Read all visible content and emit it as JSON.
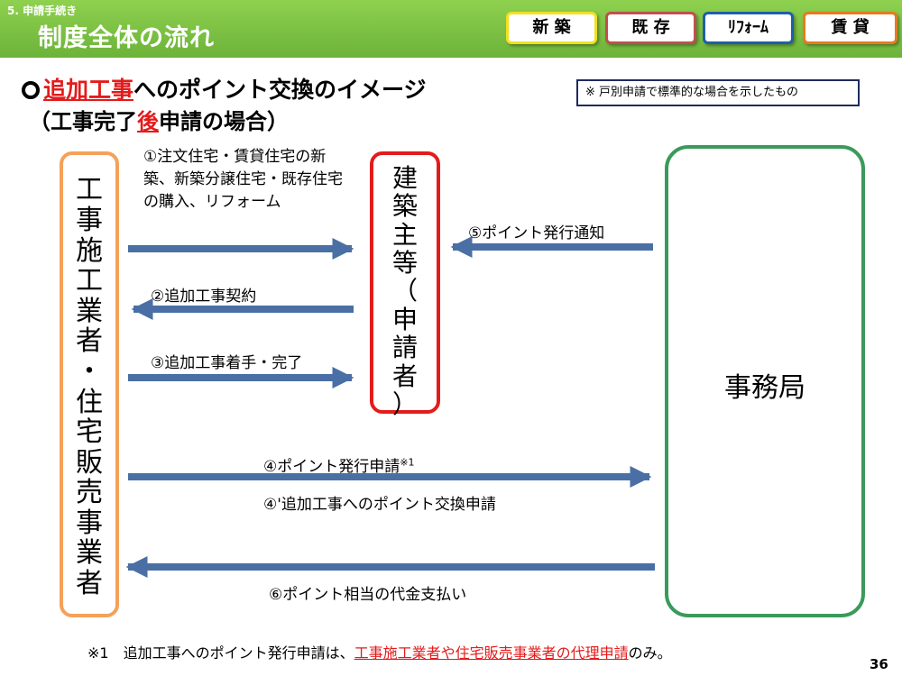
{
  "header": {
    "section_label": "5. 申請手続き",
    "title": "制度全体の流れ"
  },
  "tabs": [
    {
      "label": "新 築",
      "border_color": "#f0e020"
    },
    {
      "label": "既 存",
      "border_color": "#c0504d"
    },
    {
      "label": "ﾘﾌｫｰﾑ",
      "border_color": "#1f5fa8"
    },
    {
      "label": "賃 貸",
      "border_color": "#e87a1e"
    }
  ],
  "heading": {
    "line1_highlight": "追加工事",
    "line1_rest": "へのポイント交換のイメージ",
    "line2_open": "（工事完了",
    "line2_highlight": "後",
    "line2_close": "申請の場合）"
  },
  "note": "※ 戸別申請で標準的な場合を示したもの",
  "entities": {
    "contractor": [
      "工",
      "事",
      "施",
      "工",
      "業",
      "者",
      "・",
      "住",
      "宅",
      "販",
      "売",
      "事",
      "業",
      "者"
    ],
    "owner": [
      "建",
      "築",
      "主",
      "等",
      "（",
      "申",
      "請",
      "者",
      "）"
    ],
    "secretariat": "事務局"
  },
  "steps": {
    "step1": "①注文住宅・賃貸住宅の新築、新築分譲住宅・既存住宅の購入、リフォーム",
    "step2": "②追加工事契約",
    "step3": "③追加工事着手・完了",
    "step4": "④ポイント発行申請",
    "step4_note_mark": "※1",
    "step4b": "④'追加工事へのポイント交換申請",
    "step5": "⑤ポイント発行通知",
    "step6": "⑥ポイント相当の代金支払い"
  },
  "footnote": {
    "prefix": "※1　追加工事へのポイント発行申請は、",
    "highlight": "工事施工業者や住宅販売事業者の代理申請",
    "suffix": "のみ。"
  },
  "page_number": "36",
  "colors": {
    "header_green": "#7cc242",
    "arrow_blue": "#4a6fa5",
    "accent_red": "#e41b1b",
    "contractor_orange": "#f5a15a",
    "secretariat_green": "#3a9a5b"
  }
}
